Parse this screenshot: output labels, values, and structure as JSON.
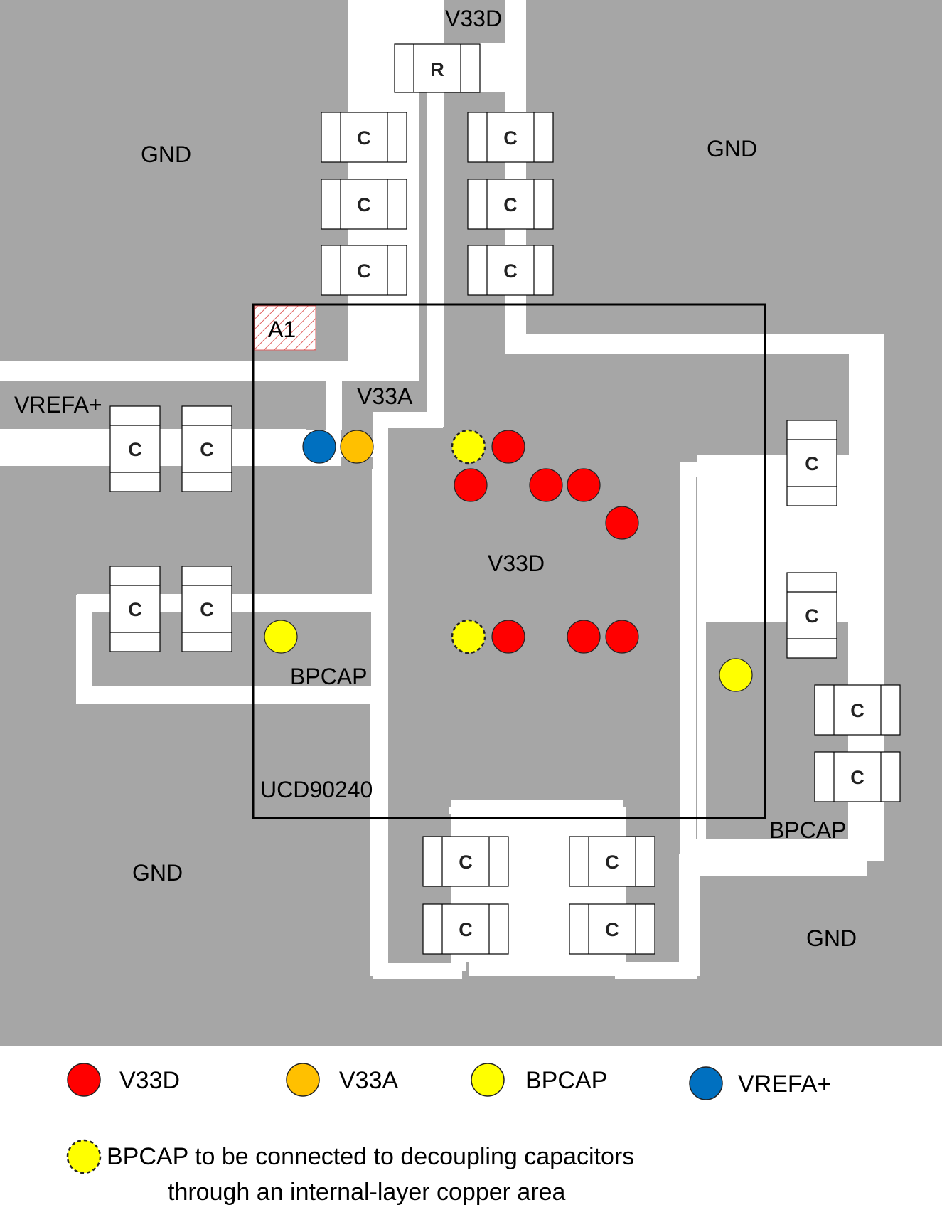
{
  "colors": {
    "copper": "#a6a6a6",
    "clearance": "#ffffff",
    "V33D": "#ff0000",
    "V33A": "#ffc000",
    "BPCAP": "#ffff00",
    "VREFA+": "#0070c0",
    "pin1_hatch": "#e06060"
  },
  "net_labels": {
    "v33d_top": "V33D",
    "gnd_top_left": "GND",
    "gnd_top_right": "GND",
    "vrefa": "VREFA+",
    "v33a": "V33A",
    "v33d_center": "V33D",
    "bpcap_left": "BPCAP",
    "bpcap_right": "BPCAP",
    "chip_name": "UCD90240",
    "gnd_bottom_left": "GND",
    "gnd_bottom_right": "GND",
    "pin1": "A1"
  },
  "components": {
    "resistor_label": "R",
    "capacitor_label": "C"
  },
  "legend": {
    "items": [
      {
        "label": "V33D",
        "color_key": "V33D"
      },
      {
        "label": "V33A",
        "color_key": "V33A"
      },
      {
        "label": "BPCAP",
        "color_key": "BPCAP"
      },
      {
        "label": "VREFA+",
        "color_key": "VREFA+"
      }
    ],
    "note_line1": "BPCAP to be connected to decoupling capacitors",
    "note_line2": "through an internal-layer copper area"
  }
}
